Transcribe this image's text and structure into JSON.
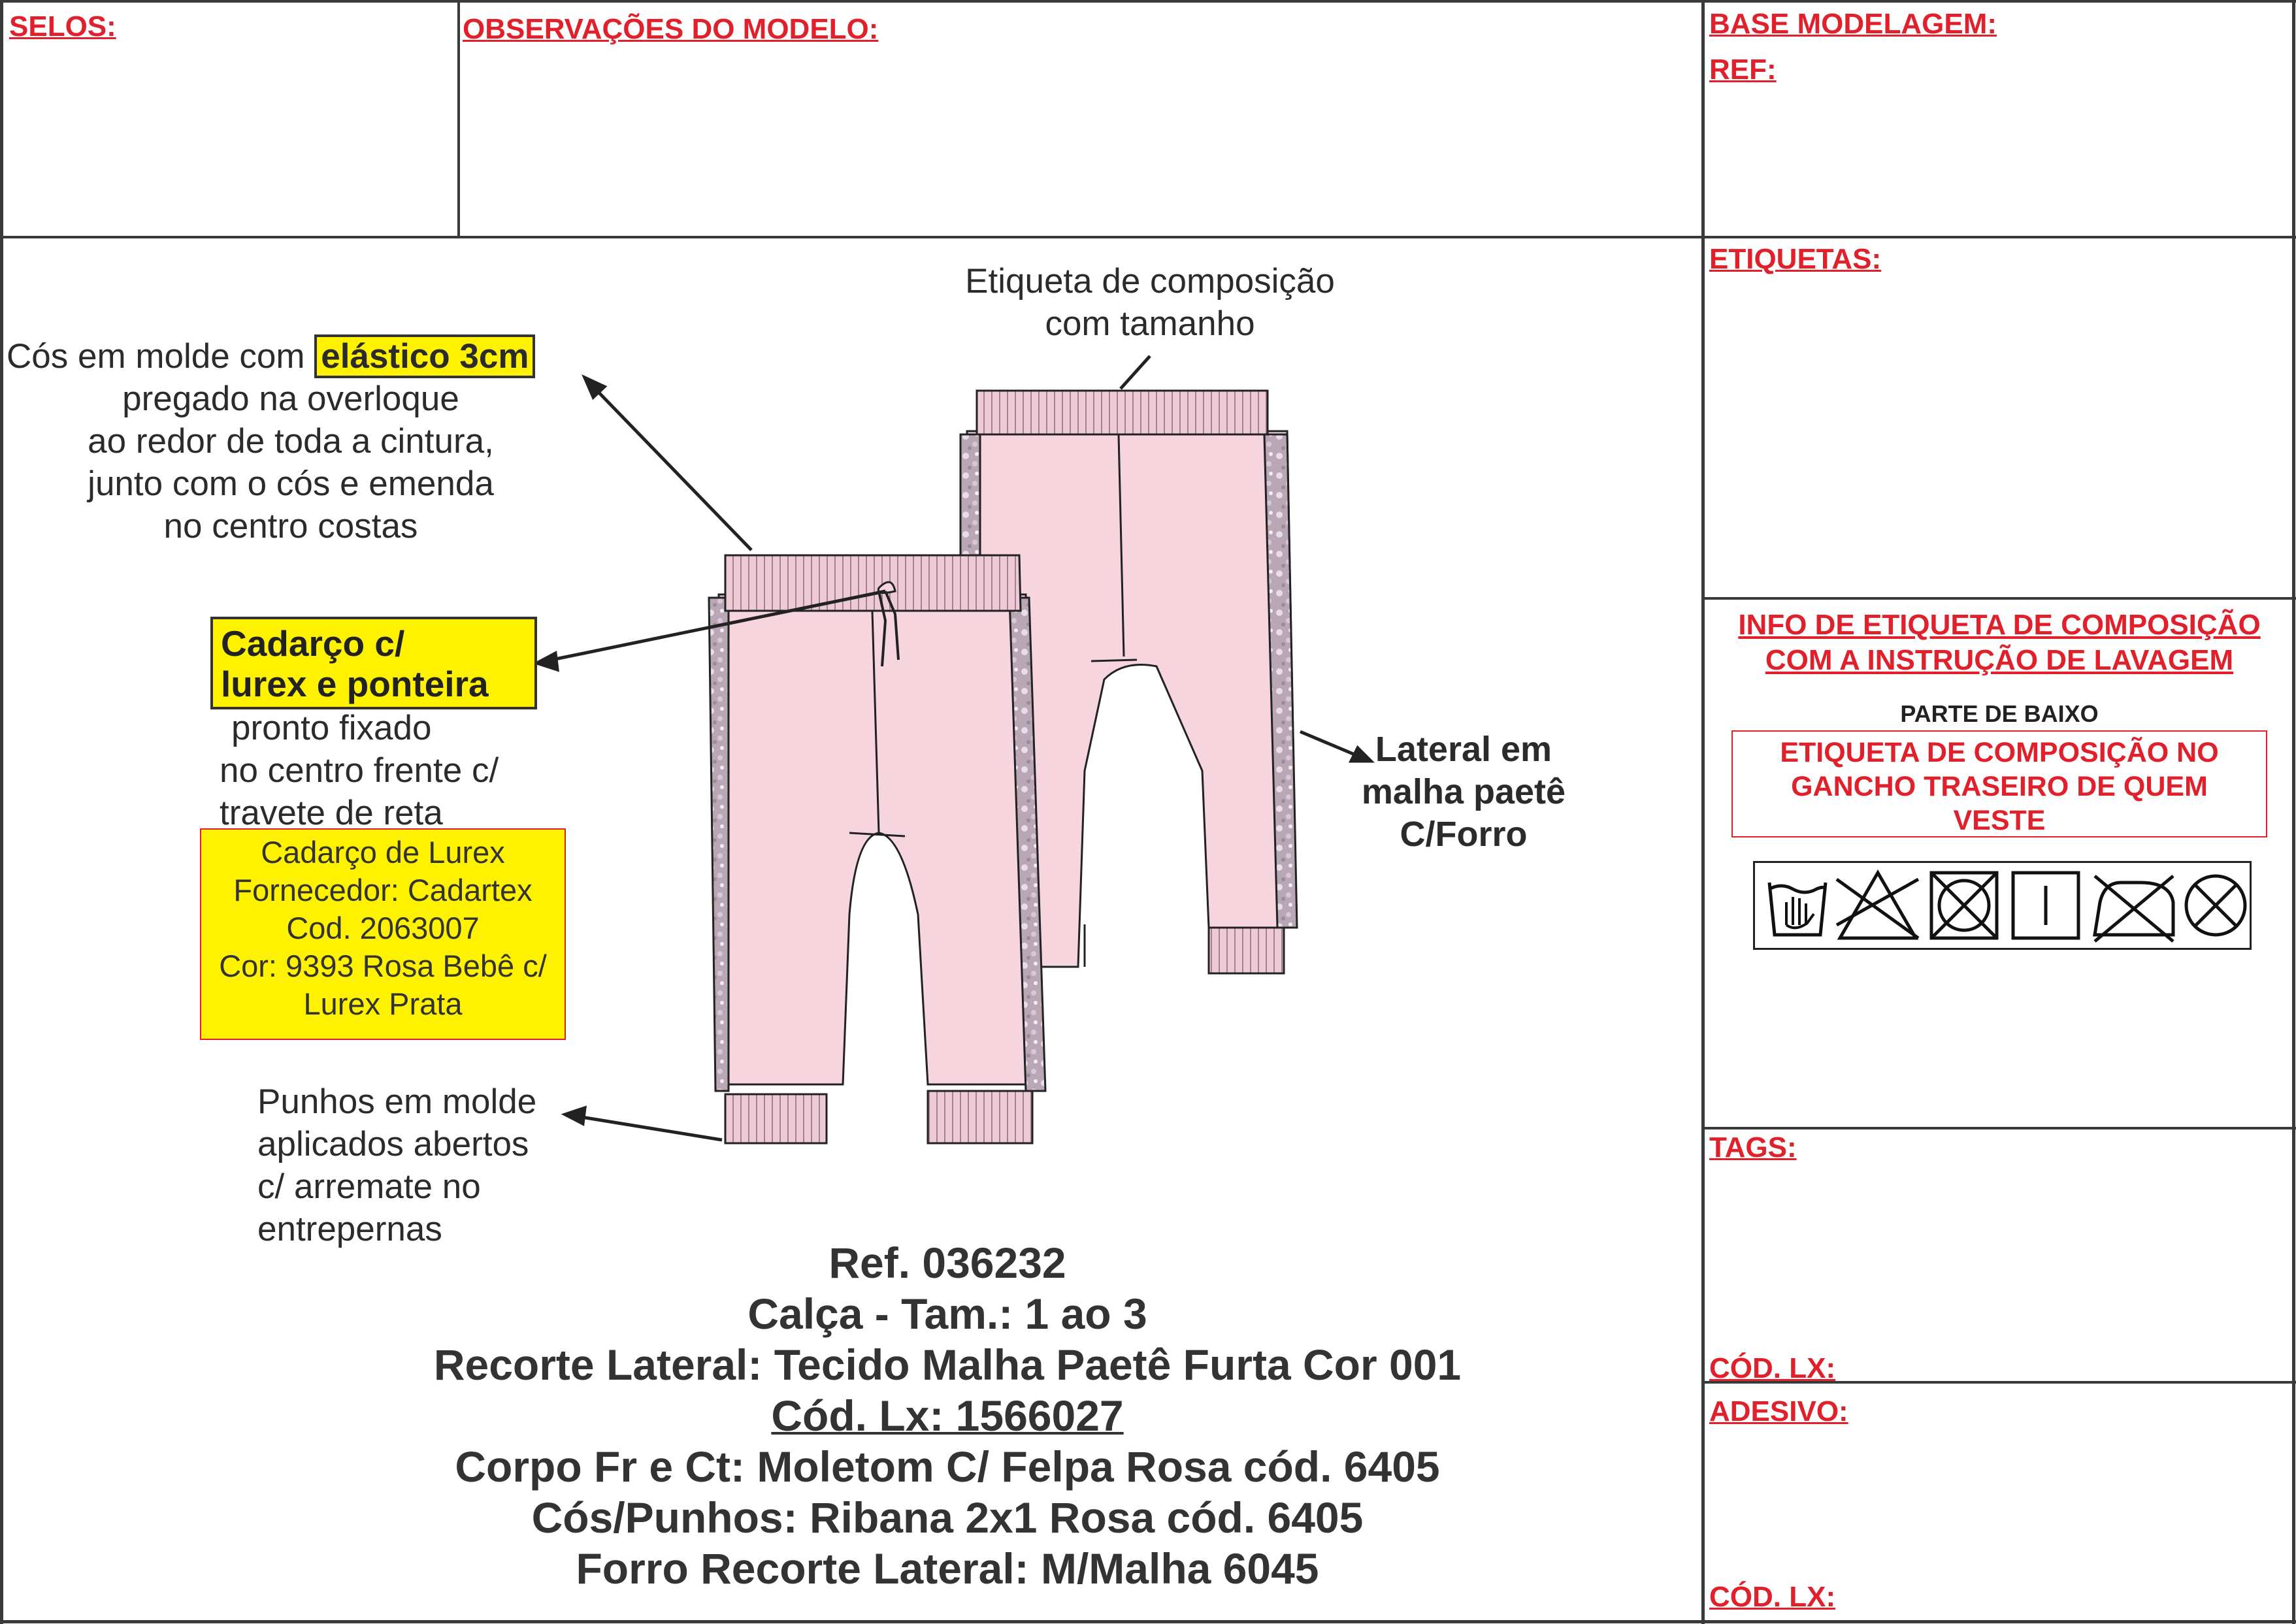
{
  "header": {
    "selos": "SELOS:",
    "observacoes": "OBSERVAÇÕES DO MODELO:",
    "base_modelagem": "BASE MODELAGEM:",
    "ref": "REF:"
  },
  "right_panel": {
    "etiquetas": "ETIQUETAS:",
    "info_line1": "INFO DE ETIQUETA DE COMPOSIÇÃO",
    "info_line2": "COM A INSTRUÇÃO DE LAVAGEM",
    "parte_de_baixo": "PARTE DE BAIXO",
    "etiqueta_line1": "ETIQUETA DE COMPOSIÇÃO NO",
    "etiqueta_line2": "GANCHO TRASEIRO DE QUEM",
    "etiqueta_line3": "VESTE",
    "care_icons": [
      "hand-wash-icon",
      "no-bleach-icon",
      "no-tumble-dry-icon",
      "line-dry-icon",
      "no-iron-icon",
      "no-dry-clean-icon"
    ],
    "tags": "TAGS:",
    "cod_lx_1": "CÓD. LX:",
    "adesivo": "ADESIVO:",
    "cod_lx_2": "CÓD. LX:"
  },
  "annotations": {
    "cos_prefix": "Cós em molde com",
    "cos_highlight": "elástico 3cm",
    "cos_line2": "pregado na overloque",
    "cos_line3": "ao redor de toda a cintura,",
    "cos_line4": "junto com o cós e emenda",
    "cos_line5": "no centro costas",
    "etiqueta_line1": "Etiqueta de composição",
    "etiqueta_line2": "com tamanho",
    "cadarco_line1": "Cadarço c/",
    "cadarco_line2": "lurex e ponteira",
    "pronto_line1": "pronto fixado",
    "pronto_line2": "no centro frente c/",
    "pronto_line3": "travete de reta",
    "lurex_line1": "Cadarço de Lurex",
    "lurex_line2": "Fornecedor: Cadartex",
    "lurex_line3": "Cod. 2063007",
    "lurex_line4": "Cor: 9393 Rosa Bebê c/",
    "lurex_line5": "Lurex Prata",
    "lateral_line1": "Lateral em",
    "lateral_line2": "malha paetê",
    "lateral_line3": "C/Forro",
    "punhos_line1": "Punhos em molde",
    "punhos_line2": "aplicados abertos",
    "punhos_line3": "c/ arremate no",
    "punhos_line4": "entrepernas"
  },
  "spec": {
    "ref": "Ref. 036232",
    "calca": "Calça - Tam.: 1 ao 3",
    "recorte": "Recorte Lateral: Tecido Malha Paetê Furta Cor 001",
    "cod_lx": "Cód. Lx: 1566027",
    "corpo": "Corpo Fr e Ct: Moletom C/ Felpa Rosa cód. 6405",
    "cos_punhos": "Cós/Punhos: Ribana 2x1 Rosa cód. 6405",
    "forro": "Forro Recorte Lateral: M/Malha 6045"
  },
  "colors": {
    "accent_red": "#e0212c",
    "highlight_yellow": "#fff200",
    "garment_pink": "#f6d5df",
    "rib_pink": "#eccbd6"
  }
}
